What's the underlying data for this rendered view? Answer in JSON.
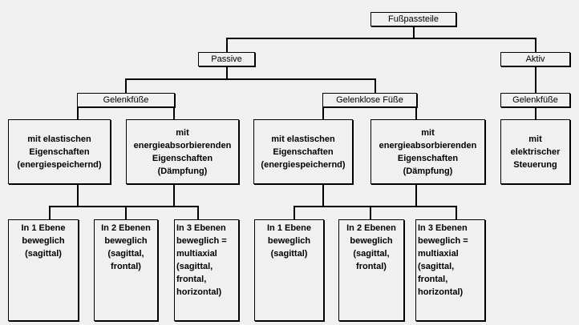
{
  "diagram": {
    "root": "Fußpassteile",
    "level1": {
      "passive": "Passive",
      "active": "Aktiv"
    },
    "level2": {
      "passive_joint": "Gelenkfüße",
      "passive_jointless": "Gelenklose Füße",
      "active_joint": "Gelenkfüße"
    },
    "level3": {
      "joint_elastic": [
        "mit elastischen",
        "Eigenschaften",
        "(energiespeichernd)"
      ],
      "joint_absorbing": [
        "mit",
        "energieabsorbierenden",
        "Eigenschaften",
        "(Dämpfung)"
      ],
      "jointless_elastic": [
        "mit elastischen",
        "Eigenschaften",
        "(energiespeichernd)"
      ],
      "jointless_absorbing": [
        "mit",
        "energieabsorbierenden",
        "Eigenschaften",
        "(Dämpfung)"
      ],
      "active_electric": [
        "mit",
        "elektrischer",
        "Steuerung"
      ]
    },
    "level4": {
      "joint": [
        [
          "In 1 Ebene",
          "beweglich",
          "(sagittal)"
        ],
        [
          "In 2 Ebenen",
          "beweglich",
          "(sagittal,",
          "frontal)"
        ],
        [
          "In 3 Ebenen",
          "beweglich =",
          "multiaxial",
          "(sagittal,",
          "frontal,",
          "horizontal)"
        ]
      ],
      "jointless": [
        [
          "In 1 Ebene",
          "beweglich",
          "(sagittal)"
        ],
        [
          "In 2 Ebenen",
          "beweglich",
          "(sagittal,",
          "frontal)"
        ],
        [
          "In 3 Ebenen",
          "beweglich =",
          "multiaxial",
          "(sagittal,",
          "frontal,",
          "horizontal)"
        ]
      ]
    }
  }
}
